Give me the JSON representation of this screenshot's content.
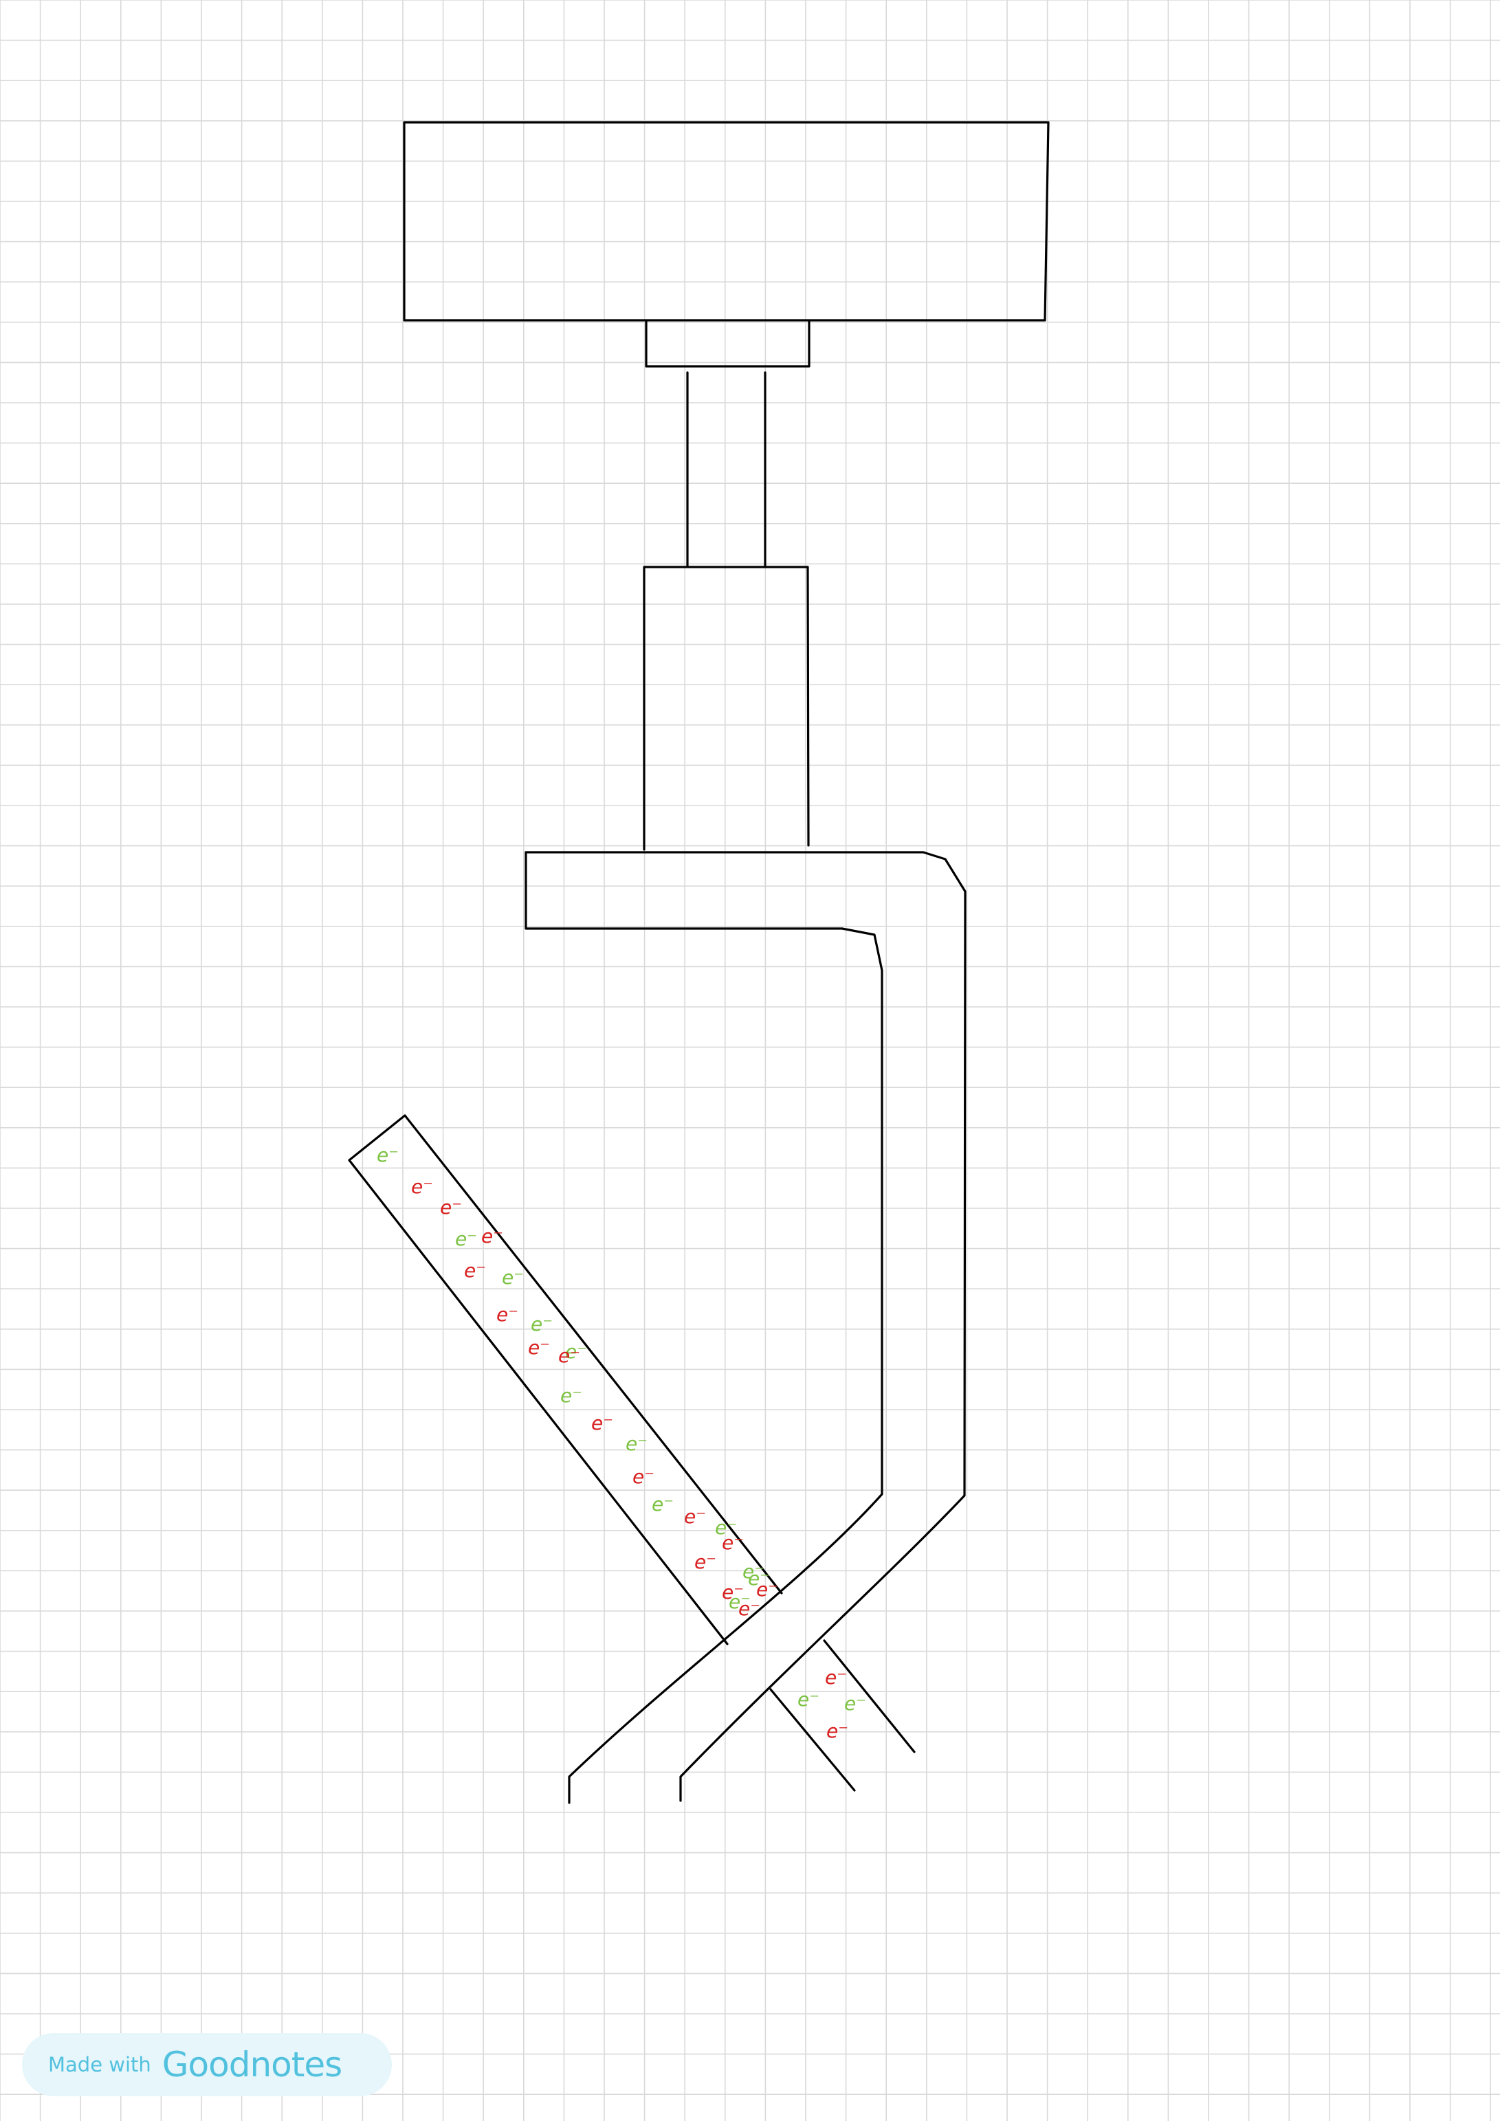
{
  "diagram": {
    "charge_label": "e⁻",
    "colors": {
      "grid": "#d9d9d9",
      "ink": "#000000",
      "charge_red": "#d81f1f",
      "charge_green": "#7cc242"
    },
    "charge_colors": [
      "green",
      "red",
      "red",
      "green",
      "red",
      "red",
      "green",
      "red",
      "green",
      "red",
      "green",
      "red",
      "green",
      "red",
      "green",
      "red",
      "green",
      "red",
      "green",
      "red",
      "red",
      "green",
      "red",
      "green",
      "red",
      "green",
      "red"
    ],
    "small_tube_charge_colors": [
      "red",
      "green",
      "green",
      "red"
    ]
  },
  "watermark": {
    "prefix": "Made with",
    "brand": "Goodnotes"
  }
}
